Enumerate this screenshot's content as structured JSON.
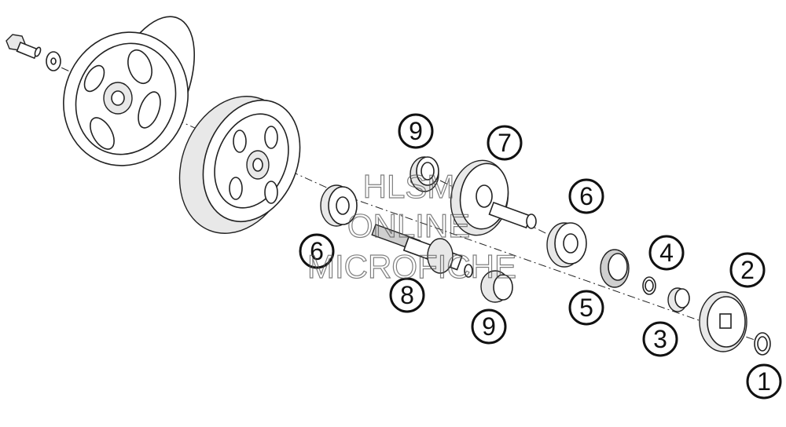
{
  "callouts": [
    {
      "id": "c1",
      "label": "1"
    },
    {
      "id": "c2",
      "label": "2"
    },
    {
      "id": "c3",
      "label": "3"
    },
    {
      "id": "c4",
      "label": "4"
    },
    {
      "id": "c5",
      "label": "5"
    },
    {
      "id": "c6a",
      "label": "6"
    },
    {
      "id": "c6b",
      "label": "6"
    },
    {
      "id": "c7",
      "label": "7"
    },
    {
      "id": "c8",
      "label": "8"
    },
    {
      "id": "c9a",
      "label": "9"
    },
    {
      "id": "c9b",
      "label": "9"
    }
  ],
  "watermark": {
    "line1": "HLSM",
    "line2": "ONLINE",
    "line3": "MICROFICHE"
  }
}
